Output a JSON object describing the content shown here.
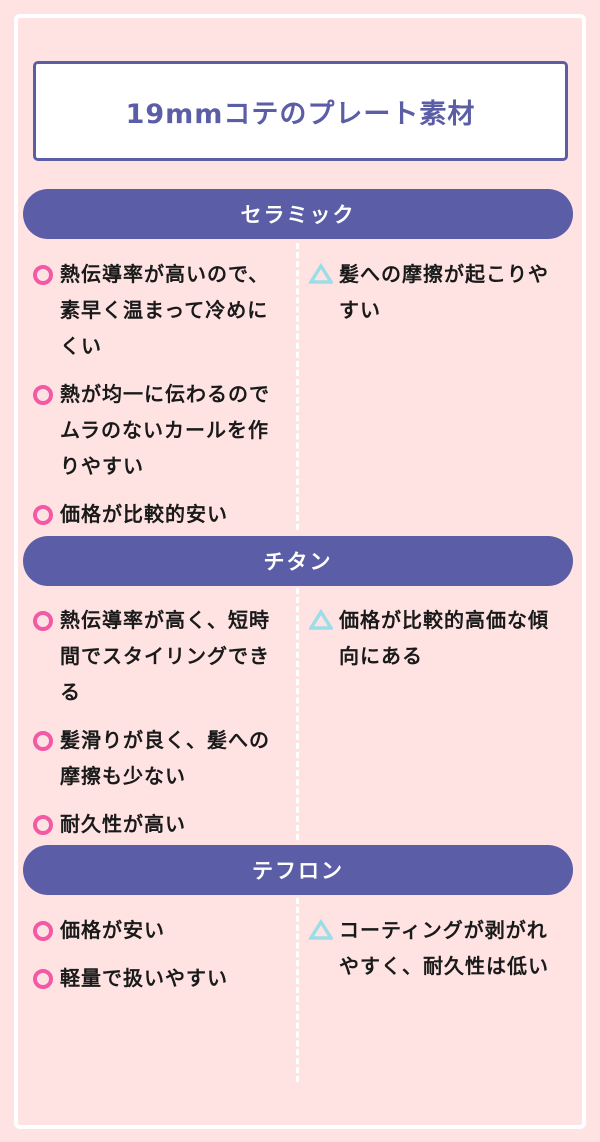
{
  "title": "19mmコテのプレート素材",
  "colors": {
    "background": "#ffe3e3",
    "accent": "#5b5ea6",
    "pro_mark": "#f25aa5",
    "con_mark": "#9ddde8"
  },
  "sections": [
    {
      "name": "セラミック",
      "pros": [
        "熱伝導率が高いので、素早く温まって冷めにくい",
        "熱が均一に伝わるのでムラのないカールを作りやすい",
        "価格が比較的安い"
      ],
      "cons": [
        "髪への摩擦が起こりやすい"
      ]
    },
    {
      "name": "チタン",
      "pros": [
        "熱伝導率が高く、短時間でスタイリングできる",
        "髪滑りが良く、髪への摩擦も少ない",
        "耐久性が高い"
      ],
      "cons": [
        "価格が比較的高価な傾向にある"
      ]
    },
    {
      "name": "テフロン",
      "pros": [
        "価格が安い",
        "軽量で扱いやすい"
      ],
      "cons": [
        "コーティングが剥がれやすく、耐久性は低い"
      ]
    }
  ],
  "icons": {
    "pro": "circle-icon",
    "con": "triangle-icon"
  }
}
